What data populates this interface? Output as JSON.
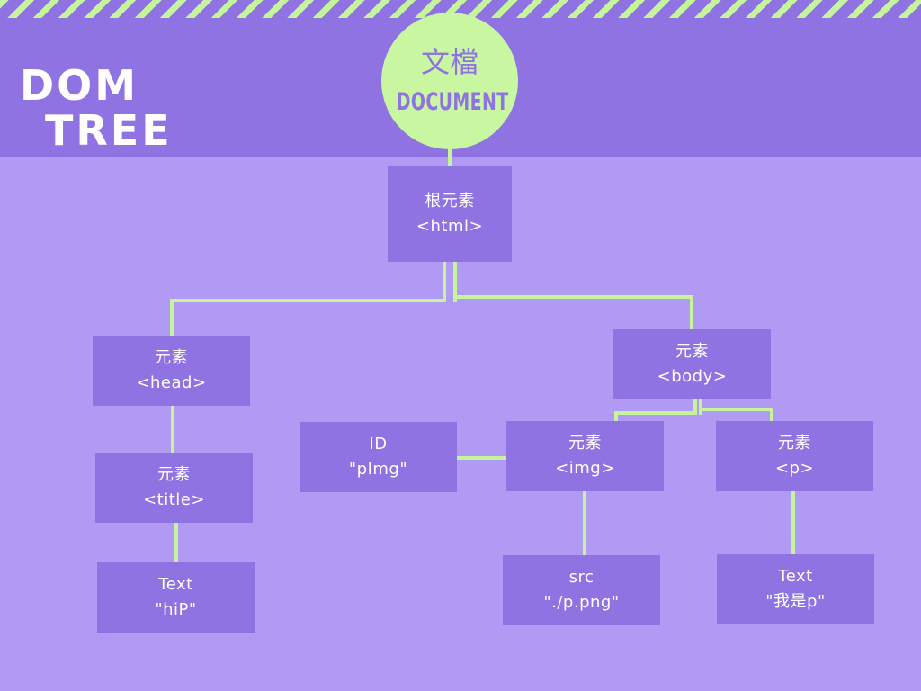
{
  "header": {
    "title_line1": "DOM",
    "title_line2": "TREE"
  },
  "document": {
    "label_zh": "文檔",
    "label_en": "DOCUMENT"
  },
  "nodes": {
    "html": {
      "line1": "根元素",
      "line2": "<html>"
    },
    "head": {
      "line1": "元素",
      "line2": "<head>"
    },
    "body": {
      "line1": "元素",
      "line2": "<body>"
    },
    "title": {
      "line1": "元素",
      "line2": "<title>"
    },
    "title_text": {
      "line1": "Text",
      "line2": "\"hiP\""
    },
    "id_attr": {
      "line1": "ID",
      "line2": "\"pImg\""
    },
    "img": {
      "line1": "元素",
      "line2": "<img>"
    },
    "p": {
      "line1": "元素",
      "line2": "<p>"
    },
    "src_attr": {
      "line1": "src",
      "line2": "\"./p.png\""
    },
    "p_text": {
      "line1": "Text",
      "line2": "\"我是p\""
    }
  },
  "colors": {
    "background": "#b19af3",
    "header_band": "#8f73e2",
    "node_fill": "#8f73e2",
    "connector": "#c6f49a",
    "circle_fill": "#c9f7a1",
    "text": "#ffffff"
  }
}
